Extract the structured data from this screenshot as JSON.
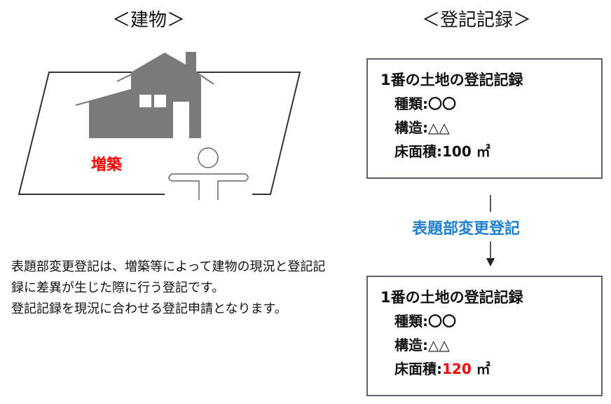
{
  "headings": {
    "building": "＜建物＞",
    "record": "＜登記記録＞"
  },
  "illustration": {
    "label": "増築",
    "label_color": "#ff0000"
  },
  "record_before": {
    "title": "1番の土地の登記記録",
    "kind_label": "種類:",
    "kind_value": "〇〇",
    "structure_label": "構造:",
    "structure_value": "△△",
    "area_label": "床面積:",
    "area_value": "100",
    "area_unit": "㎡"
  },
  "process": {
    "label": "表題部変更登記",
    "color": "#1f7fd0"
  },
  "record_after": {
    "title": "1番の土地の登記記録",
    "kind_label": "種類:",
    "kind_value": "〇〇",
    "structure_label": "構造:",
    "structure_value": "△△",
    "area_label": "床面積:",
    "area_value": "120",
    "area_unit": "㎡"
  },
  "description": {
    "para1": "表題部変更登記は、増築等によって建物の現況と登記記録に差異が生じた際に行う登記です。",
    "para2": "登記記録を現況に合わせる登記申請となります。"
  }
}
